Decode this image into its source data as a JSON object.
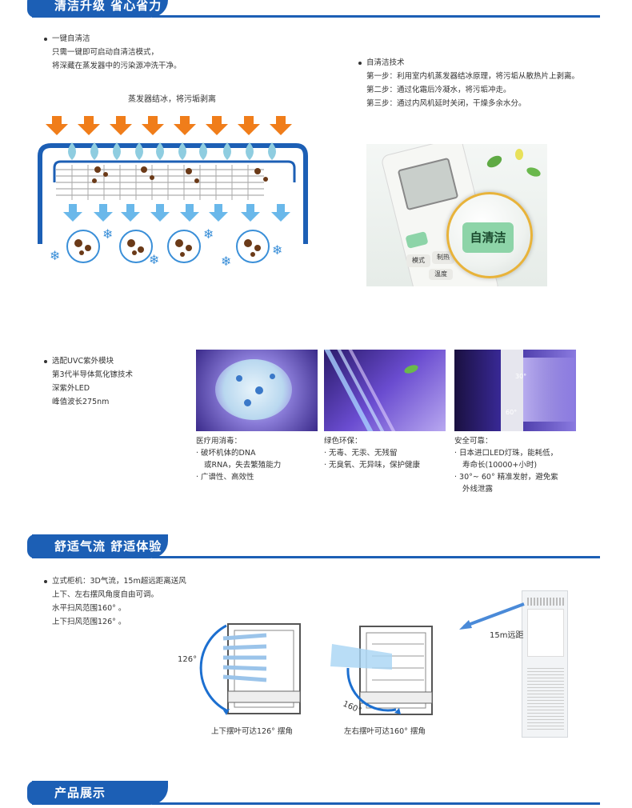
{
  "sections": {
    "clean": {
      "title": "清洁升级  省心省力"
    },
    "airflow": {
      "title": "舒适气流  舒适体验"
    },
    "product": {
      "title": "产品展示"
    }
  },
  "one_key": {
    "bullet": "一键自清洁",
    "lines": [
      "只需一键即可启动自清洁模式，",
      "将深藏在蒸发器中的污染源冲洗干净。"
    ]
  },
  "self_clean_tech": {
    "bullet": "自清洁技术",
    "steps": [
      "第一步：利用室内机蒸发器结冰原理，将污垢从散热片上剥离。",
      "第二步：通过化霜后冷凝水，将污垢冲走。",
      "第三步：通过内风机延时关闭，干燥多余水分。"
    ]
  },
  "diagram": {
    "caption": "蒸发器结冰，将污垢剥离"
  },
  "remote": {
    "lens_label": "自清洁",
    "btn_mode": "模式",
    "btn_heat": "制热",
    "btn_temp": "温度"
  },
  "uvc": {
    "bullet": "选配UVC紫外模块",
    "lines": [
      "第3代半导体氮化镓技术",
      "深紫外LED",
      "峰值波长275nm"
    ],
    "angle_30": "30°",
    "angle_60": "60°",
    "captions": [
      [
        "医疗用消毒：",
        "· 破坏机体的DNA",
        "  或RNA，失去繁殖能力",
        "· 广谱性、高效性"
      ],
      [
        "绿色环保：",
        "· 无毒、无汞、无残留",
        "· 无臭氧、无异味，保护健康"
      ],
      [
        "安全可靠：",
        "· 日本进口LED灯珠，能耗低，",
        "  寿命长(10000+小时)",
        "· 30°~ 60° 精准发射，避免紫",
        "  外线泄露"
      ]
    ]
  },
  "airflow": {
    "lines": [
      "立式柜机：3D气流，15m超远距离送风",
      "上下、左右摆风角度自由可调。",
      "水平扫风范围160° 。",
      "上下扫风范围126° 。"
    ],
    "angle_126": "126°",
    "angle_160": "160°",
    "distance": "15m远距",
    "caption_vertical": "上下摆叶可达126° 摆角",
    "caption_horizontal": "左右摆叶可达160° 摆角"
  },
  "colors": {
    "brand_blue": "#1c5fb5",
    "arrow_orange": "#f07d1a",
    "ice_blue": "#6ab8ea"
  }
}
